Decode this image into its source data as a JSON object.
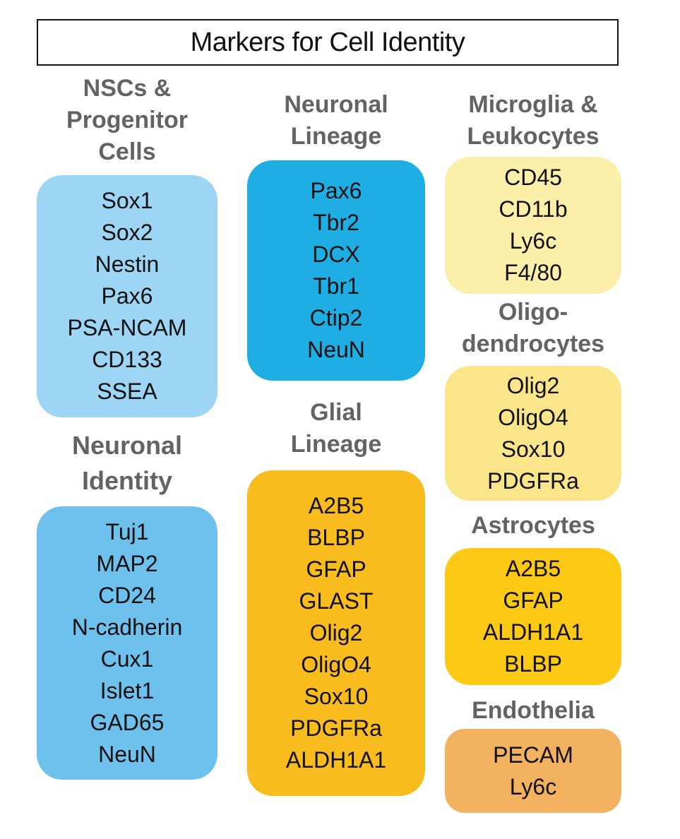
{
  "title": "Markers for Cell Identity",
  "groups": [
    {
      "id": "nsc",
      "heading": "NSCs & Progenitor Cells",
      "heading_lines": [
        "NSCs &",
        "Progenitor",
        "Cells"
      ],
      "color": "#9dd6f5",
      "markers": [
        "Sox1",
        "Sox2",
        "Nestin",
        "Pax6",
        "PSA-NCAM",
        "CD133",
        "SSEA"
      ]
    },
    {
      "id": "ni",
      "heading": "Neuronal Identity",
      "heading_lines": [
        "Neuronal",
        "Identity"
      ],
      "color": "#6ec1ed",
      "markers": [
        "Tuj1",
        "MAP2",
        "CD24",
        "N-cadherin",
        "Cux1",
        "Islet1",
        "GAD65",
        "NeuN"
      ]
    },
    {
      "id": "nl",
      "heading": "Neuronal Lineage",
      "heading_lines": [
        "Neuronal",
        "Lineage"
      ],
      "color": "#1eaee4",
      "markers": [
        "Pax6",
        "Tbr2",
        "DCX",
        "Tbr1",
        "Ctip2",
        "NeuN"
      ]
    },
    {
      "id": "gl",
      "heading": "Glial Lineage",
      "heading_lines": [
        "Glial",
        "Lineage"
      ],
      "color": "#f9bc1f",
      "markers": [
        "A2B5",
        "BLBP",
        "GFAP",
        "GLAST",
        "Olig2",
        "OligO4",
        "Sox10",
        "PDGFRa",
        "ALDH1A1"
      ]
    },
    {
      "id": "mic",
      "heading": "Microglia & Leukocytes",
      "heading_lines": [
        "Microglia &",
        "Leukocytes"
      ],
      "color": "#fcefaa",
      "markers": [
        "CD45",
        "CD11b",
        "Ly6c",
        "F4/80"
      ]
    },
    {
      "id": "oli",
      "heading": "Oligodendrocytes",
      "heading_lines": [
        "Oligo-",
        "dendrocytes"
      ],
      "color": "#fbe58a",
      "markers": [
        "Olig2",
        "OligO4",
        "Sox10",
        "PDGFRa"
      ]
    },
    {
      "id": "ast",
      "heading": "Astrocytes",
      "heading_lines": [
        "Astrocytes"
      ],
      "color": "#fcc914",
      "markers": [
        "A2B5",
        "GFAP",
        "ALDH1A1",
        "BLBP"
      ]
    },
    {
      "id": "end",
      "heading": "Endothelia",
      "heading_lines": [
        "Endothelia"
      ],
      "color": "#f2b25f",
      "markers": [
        "PECAM",
        "Ly6c"
      ]
    }
  ]
}
